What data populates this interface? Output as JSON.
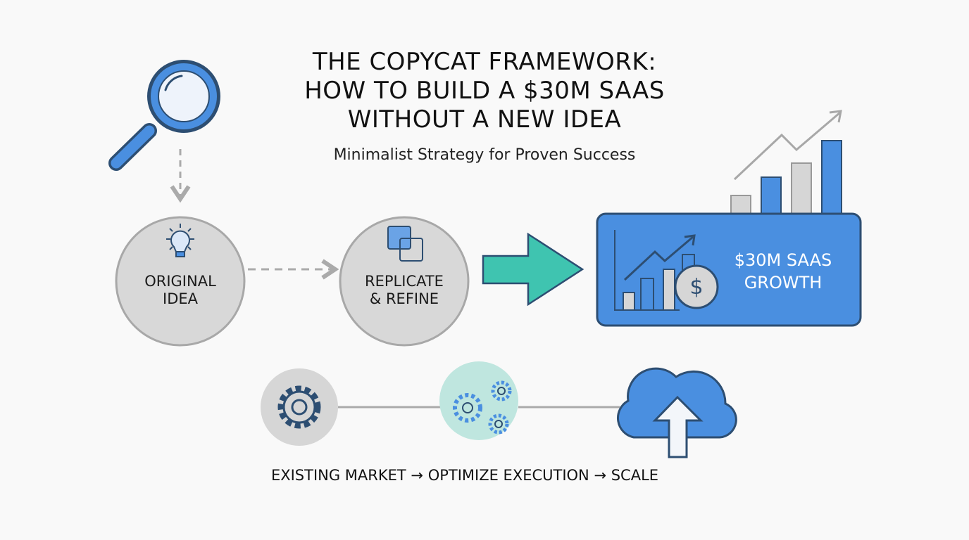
{
  "title": {
    "line1": "THE COPYCAT FRAMEWORK:",
    "line2": "HOW TO BUILD A $30M SAAS",
    "line3": "WITHOUT A NEW IDEA"
  },
  "subtitle": "Minimalist Strategy for Proven Success",
  "steps": [
    {
      "line1": "ORIGINAL",
      "line2": "IDEA",
      "icon": "lightbulb-icon"
    },
    {
      "line1": "REPLICATE",
      "line2": "& REFINE",
      "icon": "overlapping-squares-icon"
    }
  ],
  "result": {
    "line1": "$30M SAAS",
    "line2": "GROWTH",
    "icon": "growth-chart-dollar-icon"
  },
  "bottom_flow": "EXISTING MARKET → OPTIMIZE EXECUTION → SCALE",
  "colors": {
    "blue": "#4a8fe0",
    "dark_blue": "#2d4e72",
    "teal": "#3fc4b0",
    "gray": "#d6d6d6",
    "teal_light": "#bfe6df"
  }
}
